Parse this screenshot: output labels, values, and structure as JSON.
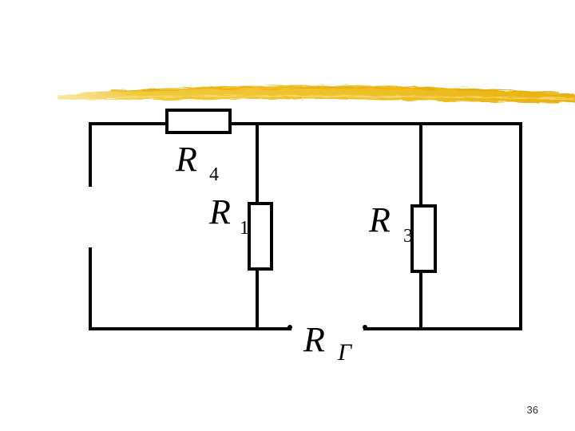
{
  "slide": {
    "page_number": "36",
    "accent_color": "#f0c020"
  },
  "circuit": {
    "r4": {
      "letter": "R",
      "sub": "4"
    },
    "r1": {
      "letter": "R",
      "sub": "1"
    },
    "r3": {
      "letter": "R",
      "sub": "3"
    },
    "rg": {
      "letter": "R",
      "sub": "Г"
    }
  }
}
